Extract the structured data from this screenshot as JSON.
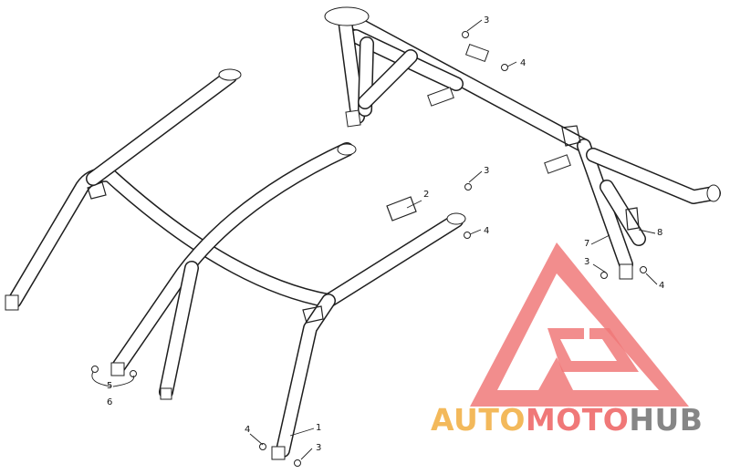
{
  "diagram": {
    "callouts": [
      {
        "label": "1"
      },
      {
        "label": "2"
      },
      {
        "label": "3"
      },
      {
        "label": "4"
      },
      {
        "label": "5"
      },
      {
        "label": "6"
      },
      {
        "label": "7"
      },
      {
        "label": "8"
      }
    ]
  },
  "watermark": {
    "word_parts": [
      "AUTO",
      "MOTO",
      "HUB"
    ],
    "colors": {
      "auto": "#f2b24a",
      "moto": "#ef6a6a",
      "hub": "#7a7a7a",
      "triangle": "#ee6b6b"
    }
  }
}
